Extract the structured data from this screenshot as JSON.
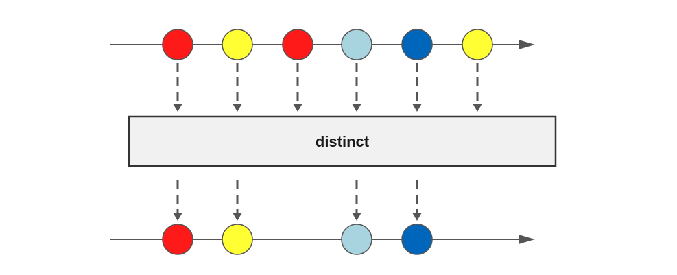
{
  "operator": {
    "label": "distinct"
  },
  "colors": {
    "line": "#555555",
    "arrow_dash": "#555555",
    "box_fill": "#f1f1f1",
    "box_stroke": "#333333",
    "marble_stroke": "#555555",
    "red": "#ff1a1a",
    "yellow": "#ffff33",
    "light_blue": "#a8d4e0",
    "dark_blue": "#0066bb"
  },
  "input_stream": {
    "marbles": [
      {
        "color": "red"
      },
      {
        "color": "yellow"
      },
      {
        "color": "red"
      },
      {
        "color": "light_blue"
      },
      {
        "color": "dark_blue"
      },
      {
        "color": "yellow"
      }
    ]
  },
  "output_stream": {
    "marbles": [
      {
        "color": "red",
        "source_index": 0
      },
      {
        "color": "yellow",
        "source_index": 1
      },
      {
        "color": "light_blue",
        "source_index": 3
      },
      {
        "color": "dark_blue",
        "source_index": 4
      }
    ]
  }
}
